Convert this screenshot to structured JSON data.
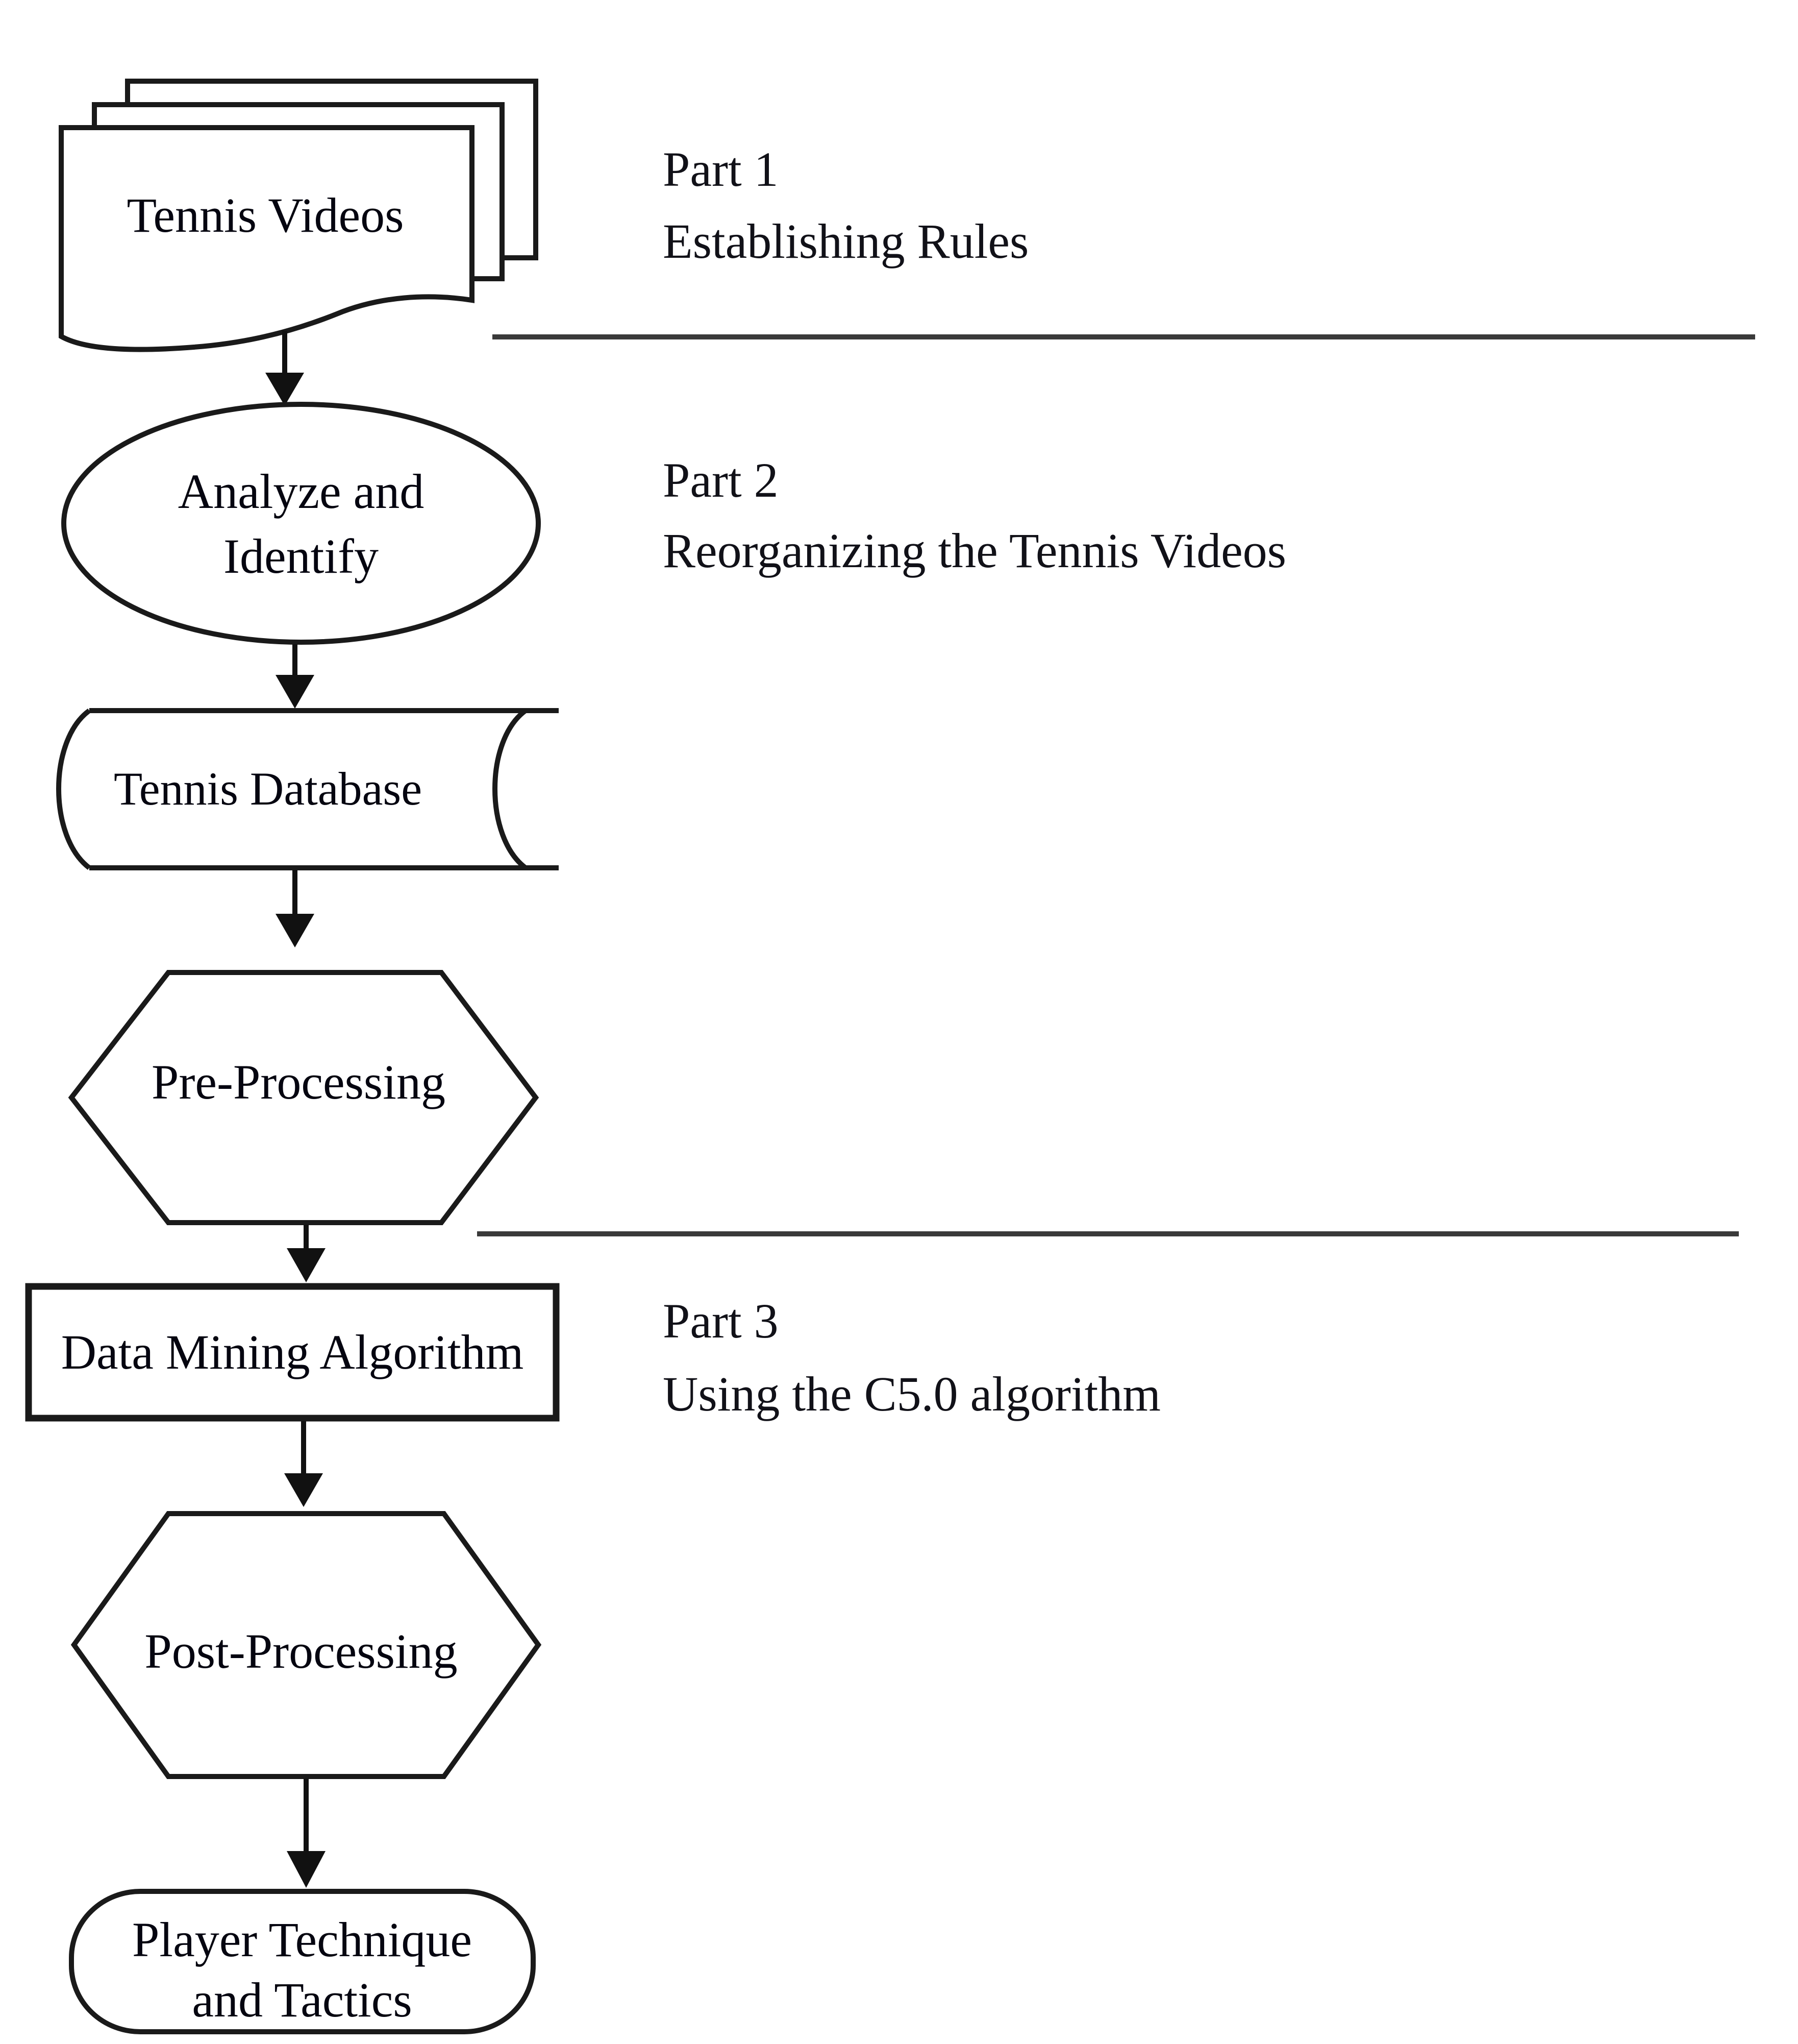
{
  "flowchart": {
    "description": "Tennis video data mining process flowchart",
    "nodes": [
      {
        "id": "tennis-videos",
        "shape": "document-stack",
        "lines": [
          "Tennis Videos"
        ]
      },
      {
        "id": "analyze-identify",
        "shape": "ellipse",
        "lines": [
          "Analyze and",
          "Identify"
        ]
      },
      {
        "id": "tennis-database",
        "shape": "stored-data",
        "lines": [
          "Tennis Database"
        ]
      },
      {
        "id": "pre-processing",
        "shape": "hexagon",
        "lines": [
          "Pre-Processing"
        ]
      },
      {
        "id": "data-mining",
        "shape": "rectangle",
        "lines": [
          "Data Mining Algorithm"
        ]
      },
      {
        "id": "post-processing",
        "shape": "hexagon",
        "lines": [
          "Post-Processing"
        ]
      },
      {
        "id": "player-technique",
        "shape": "rounded-rectangle",
        "lines": [
          "Player Technique",
          "and Tactics"
        ]
      }
    ],
    "connections": [
      {
        "from": "tennis-videos",
        "to": "analyze-identify"
      },
      {
        "from": "analyze-identify",
        "to": "tennis-database"
      },
      {
        "from": "tennis-database",
        "to": "pre-processing"
      },
      {
        "from": "pre-processing",
        "to": "data-mining"
      },
      {
        "from": "data-mining",
        "to": "post-processing"
      },
      {
        "from": "post-processing",
        "to": "player-technique"
      }
    ],
    "annotations": [
      {
        "title": "Part 1",
        "description": "Establishing Rules"
      },
      {
        "title": "Part 2",
        "description": "Reorganizing the Tennis Videos"
      },
      {
        "title": "Part 3",
        "description": "Using the C5.0 algorithm"
      }
    ],
    "colors": {
      "stroke": "#1a1a1a",
      "text": "#050510",
      "divider": "#3a3a3a",
      "background": "#ffffff"
    }
  }
}
